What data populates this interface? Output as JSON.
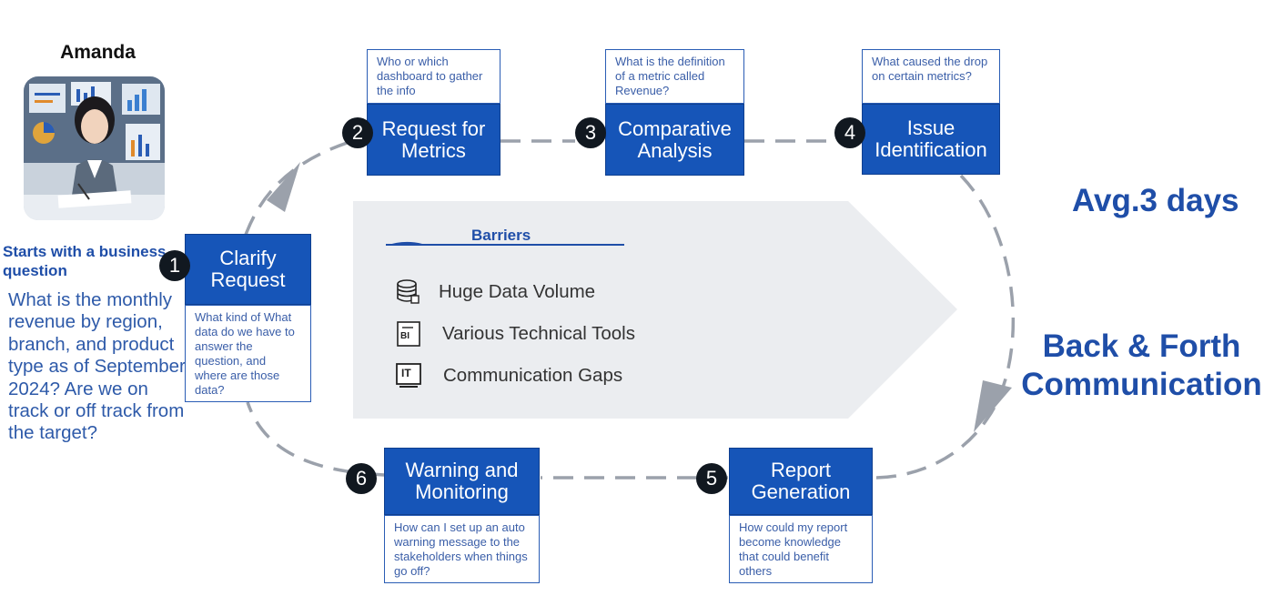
{
  "persona": {
    "name": "Amanda",
    "intro": "Starts with a business question",
    "question": "What is the monthly revenue by region, branch, and product type as of September, 2024? Are we on track or off track from the target?"
  },
  "steps": [
    {
      "number": "1",
      "title": "Clarify Request",
      "note": "What kind of What data do we have to answer the question, and where are those data?"
    },
    {
      "number": "2",
      "title": "Request for Metrics",
      "note": "Who or which dashboard to gather the info"
    },
    {
      "number": "3",
      "title": "Comparative Analysis",
      "note": "What is the definition of a  metric called Revenue?"
    },
    {
      "number": "4",
      "title": "Issue Identification",
      "note": "What caused the drop on certain metrics?"
    },
    {
      "number": "5",
      "title": "Report Generation",
      "note": "How could my report become knowledge that could benefit others"
    },
    {
      "number": "6",
      "title": "Warning and Monitoring",
      "note": "How can I set up an auto warning message to the stakeholders when things go off?"
    }
  ],
  "barriers": {
    "title": "Barriers",
    "items": [
      {
        "label": "Huge Data Volume",
        "icon": "database-icon"
      },
      {
        "label": "Various Technical Tools",
        "icon": "bi-tool-icon"
      },
      {
        "label": "Communication Gaps",
        "icon": "it-monitor-icon"
      }
    ],
    "icon_text": {
      "bi": "BI",
      "it": "IT"
    }
  },
  "summary": {
    "duration": "Avg.3 days",
    "pattern": "Back & Forth Communication"
  },
  "colors": {
    "accent": "#1655b8",
    "heading": "#1f4ea8",
    "loop": "#9aa0aa",
    "barrier_bg": "#ebedf0"
  }
}
